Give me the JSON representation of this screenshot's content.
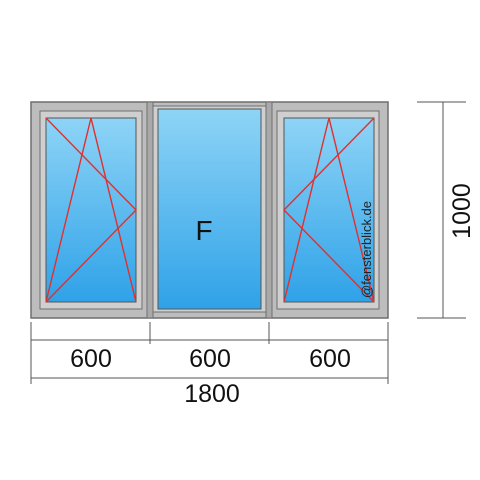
{
  "panes": [
    {
      "opening": "tilt-turn",
      "hinge": "left"
    },
    {
      "opening": "fixed",
      "label": "F"
    },
    {
      "opening": "tilt-turn",
      "hinge": "right"
    }
  ],
  "dimensions": {
    "widths": [
      "600",
      "600",
      "600"
    ],
    "total_width": "1800",
    "height": "1000"
  },
  "watermark": "@fensterblick.de",
  "colors": {
    "frame": "#bdbdbd",
    "frame_edge": "#6f6f6f",
    "glass_top": "#8ed4f6",
    "glass_bottom": "#2fa2e8",
    "opening_lines": "#e0302f",
    "dimension_lines": "#555555"
  }
}
